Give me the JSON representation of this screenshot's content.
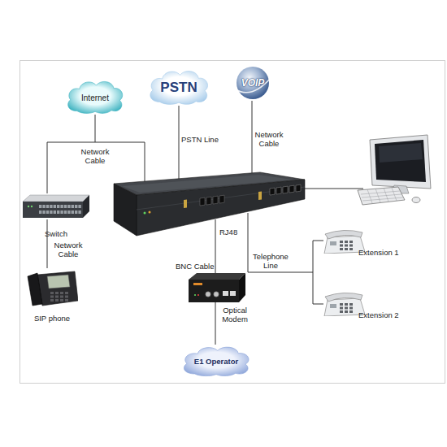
{
  "diagram": {
    "nodes": [
      {
        "text": [
          "Internet"
        ]
      },
      {
        "text": [
          "PSTN"
        ]
      },
      {
        "text": [
          "VOIP"
        ]
      },
      {
        "text": [
          "Switch"
        ]
      },
      {
        "text": [
          "Extension 1"
        ]
      },
      {
        "text": [
          "SIP phone"
        ]
      },
      {
        "text": [
          "Optical Modem"
        ]
      },
      {
        "text": [
          "Extension 2"
        ]
      },
      {
        "text": [
          "E1 Operator"
        ]
      }
    ],
    "edges": [
      {
        "from": 0,
        "to": 3,
        "arrow": "none",
        "label": "Network Cable"
      },
      {
        "from": 3,
        "to": 5,
        "arrow": "none",
        "label": "Network Cable"
      },
      {
        "from": 6,
        "to": 8,
        "arrow": "none"
      }
    ],
    "labels": [
      "PSTN Line",
      "Network Cable",
      "RJ48",
      "BNC Cable",
      "Telephone Line"
    ]
  }
}
